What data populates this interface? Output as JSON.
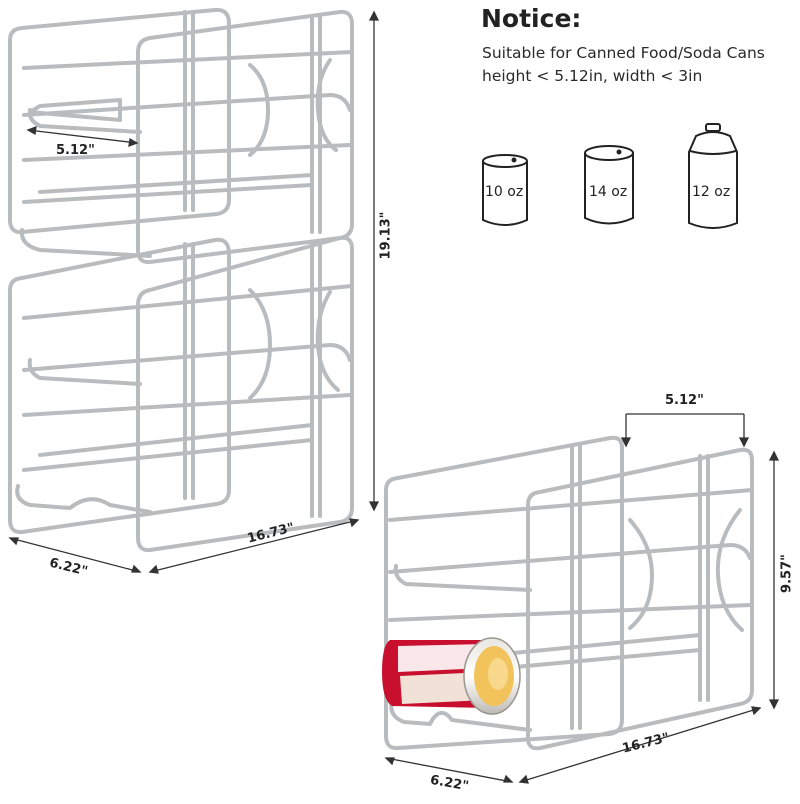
{
  "notice": {
    "title": "Notice:",
    "line1": "Suitable for Canned Food/Soda Cans",
    "line2": "height < 5.12in, width < 3in"
  },
  "cans": [
    {
      "label": "10 oz",
      "icon": "short-can-icon"
    },
    {
      "label": "14 oz",
      "icon": "medium-can-icon"
    },
    {
      "label": "12 oz",
      "icon": "soda-can-icon"
    }
  ],
  "stacked_rack": {
    "gap": "5.12\"",
    "height": "19.13\"",
    "length": "16.73\"",
    "depth": "6.22\""
  },
  "single_rack": {
    "gap": "5.12\"",
    "height": "9.57\"",
    "length": "16.73\"",
    "depth": "6.22\""
  },
  "colors": {
    "wire": "#b9bcbf",
    "wire_highlight": "#ffffff",
    "can_red": "#c8102e",
    "can_lid": "#d9d6cf",
    "soup": "#f2c35a"
  }
}
